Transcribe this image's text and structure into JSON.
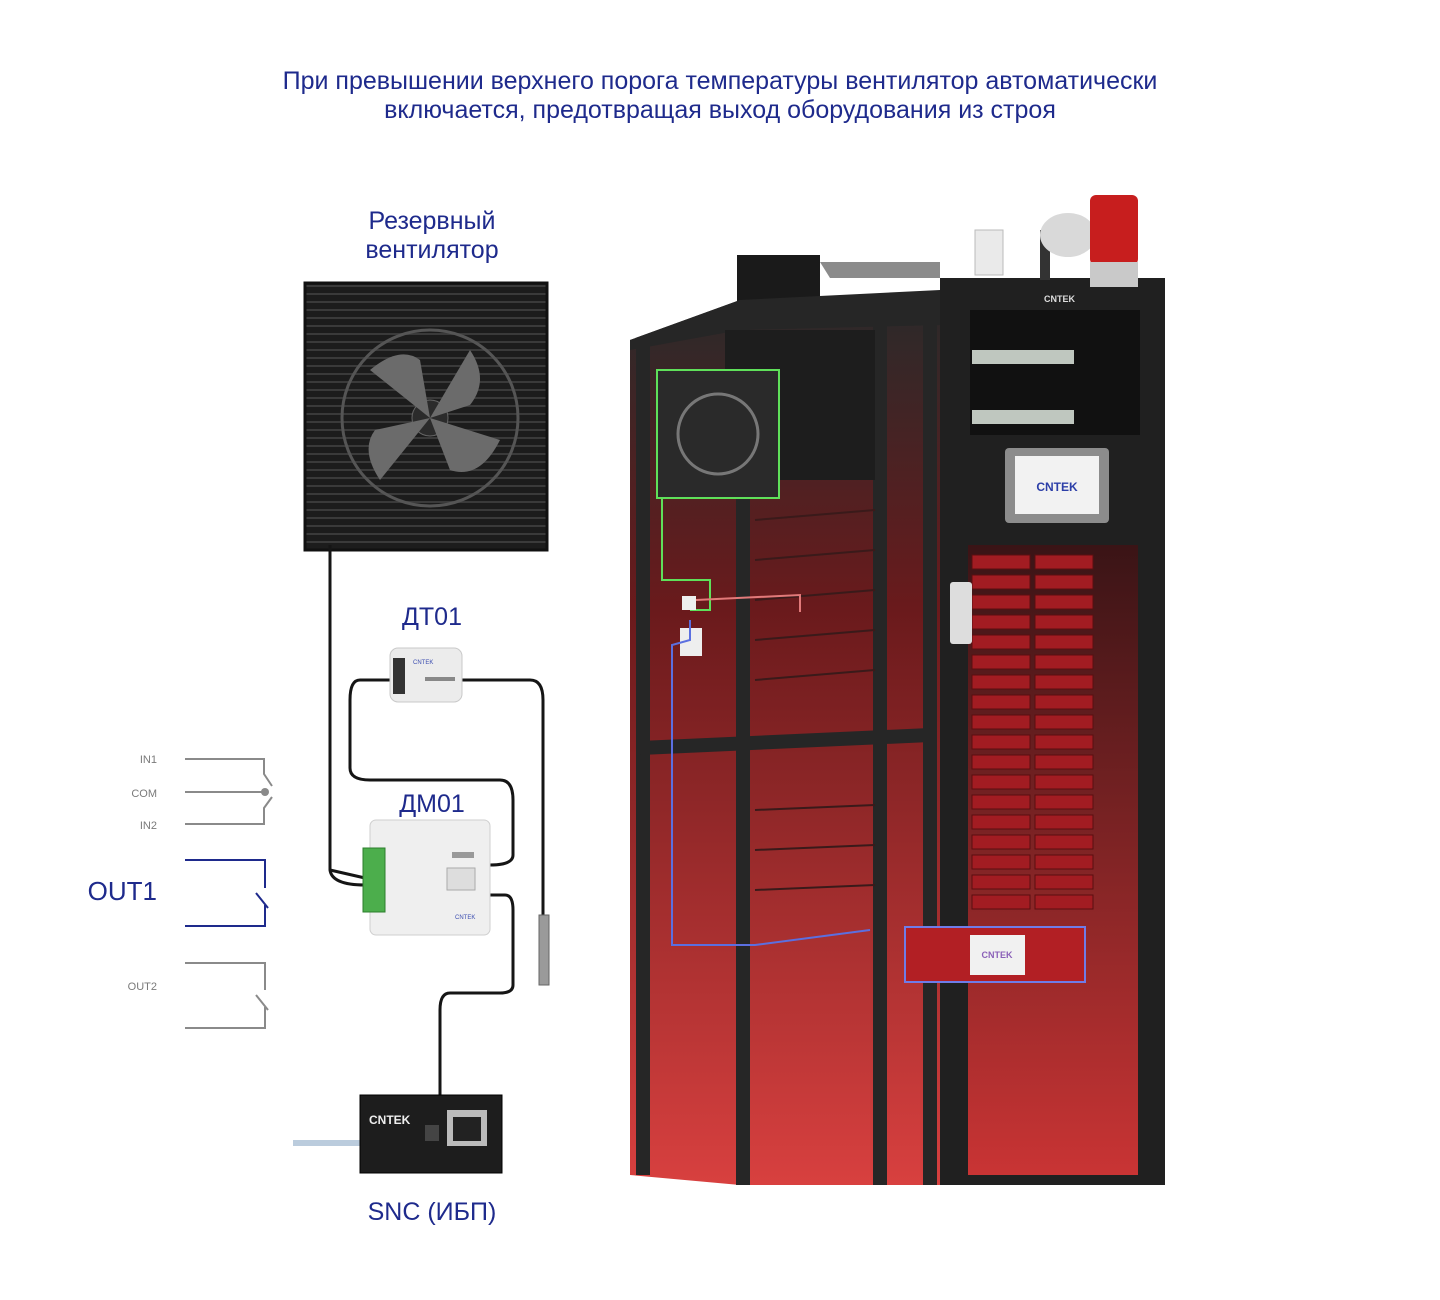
{
  "title": {
    "line1": "При превышении верхнего порога температуры вентилятор автоматически",
    "line2": "включается, предотвращая выход оборудования из строя"
  },
  "labels": {
    "fan_line1": "Резервный",
    "fan_line2": "вентилятор",
    "dt01": "ДТ01",
    "dm01": "ДМ01",
    "snc": "SNC (ИБП)"
  },
  "schematic": {
    "in1": "IN1",
    "com": "COM",
    "in2": "IN2",
    "out1": "OUT1",
    "out2": "OUT2"
  },
  "brand": {
    "name": "CNTEK"
  },
  "colors": {
    "accent": "#1e2a8c",
    "schematic_gray": "#8a8a8a",
    "rack_red": "#c8242a",
    "highlight_green": "#5fe05a"
  }
}
